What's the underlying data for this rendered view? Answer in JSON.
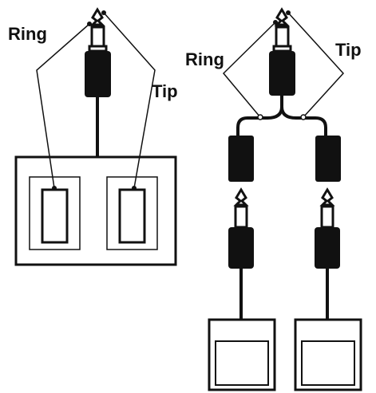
{
  "colors": {
    "ink": "#111111",
    "background": "#ffffff"
  },
  "left_diagram": {
    "ring_label": "Ring",
    "tip_label": "Tip"
  },
  "right_diagram": {
    "ring_label": "Ring",
    "tip_label": "Tip"
  }
}
